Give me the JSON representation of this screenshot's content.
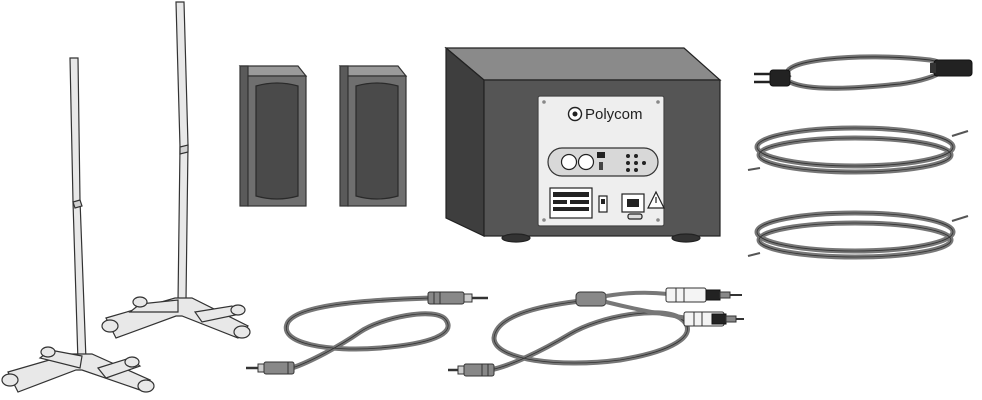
{
  "image": {
    "brand_label": "Polycom",
    "colors": {
      "stand": "#e8e8e8",
      "outline": "#333333",
      "speaker_body": "#6f6f6f",
      "speaker_cone": "#4a4a4a",
      "subwoofer_body": "#555555",
      "panel": "#eeeeee",
      "cable": "#777777"
    },
    "items": [
      "speaker-stand-left",
      "speaker-stand-right",
      "satellite-speaker-left",
      "satellite-speaker-right",
      "subwoofer",
      "power-cord",
      "speaker-wire-1",
      "speaker-wire-2",
      "audio-cable-3-5mm",
      "y-splitter-rca-cable"
    ]
  }
}
